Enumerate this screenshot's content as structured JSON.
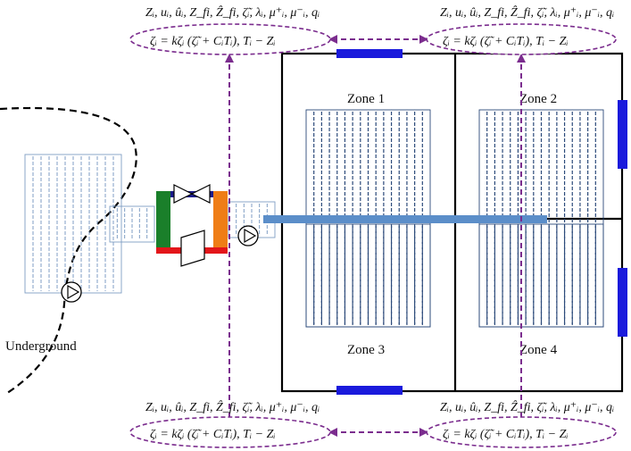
{
  "labels": {
    "zone1": "Zone 1",
    "zone2": "Zone 2",
    "zone3": "Zone 3",
    "zone4": "Zone 4",
    "underground": "Underground"
  },
  "agents": {
    "top_left": {
      "vars": "Zᵢ, uᵢ, ûᵢ, Z_fi, Ẑ_fi, ζ̃ᵢ, λᵢ, μ⁺ᵢ, μ⁻ᵢ, qᵢ",
      "eq": "ζᵢ = kζᵢ (ζ̃ᵢ + CᵢTᵢ),  Tᵢ − Zᵢ"
    },
    "top_right": {
      "vars": "Zᵢ, uᵢ, ûᵢ, Z_fi, Ẑ_fi, ζ̃ᵢ, λᵢ, μ⁺ᵢ, μ⁻ᵢ, qᵢ",
      "eq": "ζᵢ = kζᵢ (ζ̃ᵢ + CᵢTᵢ),  Tᵢ − Zᵢ"
    },
    "bottom_left": {
      "vars": "Zᵢ, uᵢ, ûᵢ, Z_fi, Ẑ_fi, ζ̃ᵢ, λᵢ, μ⁺ᵢ, μ⁻ᵢ, qᵢ",
      "eq": "ζᵢ = kζᵢ (ζ̃ᵢ + CᵢTᵢ),  Tᵢ − Zᵢ"
    },
    "bottom_right": {
      "vars": "Zᵢ, uᵢ, ûᵢ, Z_fi, Ẑ_fi, ζ̃ᵢ, λᵢ, μ⁺ᵢ, μ⁻ᵢ, qᵢ",
      "eq": "ζᵢ = kζᵢ (ζ̃ᵢ + CᵢTᵢ),  Tᵢ − Zᵢ"
    }
  },
  "colors": {
    "building_wall": "#000000",
    "window": "#1a1adc",
    "pipe": "#5b8ec9",
    "radiant_grid": "#2c4a7a",
    "communication": "#7b2d8e",
    "heat_pump_top": "#1b1b8c",
    "heat_pump_left": "#1a7f2a",
    "heat_pump_right": "#ef7d16",
    "heat_pump_bottom": "#e3161a"
  },
  "icons": [
    "pump-icon",
    "expansion-valve-icon",
    "compressor-icon"
  ]
}
